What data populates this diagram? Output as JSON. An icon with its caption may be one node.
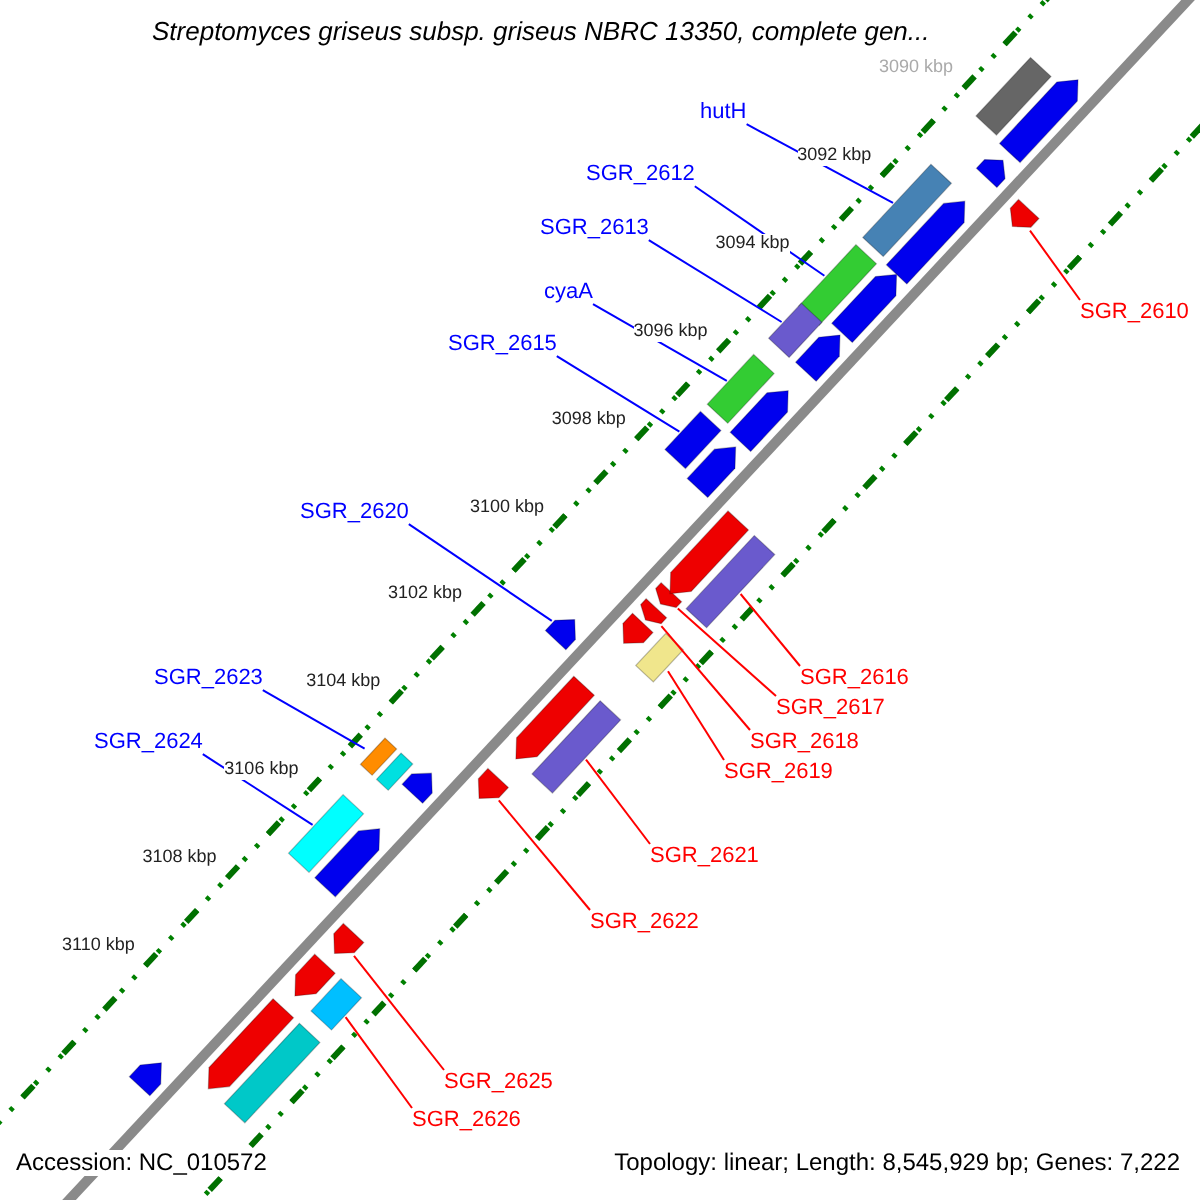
{
  "diagram": {
    "title": "Streptomyces griseus subsp. griseus NBRC 13350, complete gen...",
    "nodes": [
      {
        "text": [
          "hutH"
        ]
      },
      {
        "text": [],
        "shape": "box"
      },
      {
        "text": [
          "SGR_2612"
        ]
      },
      {
        "text": [],
        "shape": "box"
      },
      {
        "text": [
          "SGR_2613"
        ]
      },
      {
        "text": [],
        "shape": "box"
      },
      {
        "text": [
          "cyaA"
        ]
      },
      {
        "text": [],
        "shape": "box"
      },
      {
        "text": [
          "SGR_2615"
        ]
      },
      {
        "text": [],
        "shape": "box"
      },
      {
        "text": [
          "SGR_2610"
        ]
      },
      {
        "text": [],
        "shape": "pentagon"
      },
      {
        "text": [
          "SGR_2620"
        ]
      },
      {
        "text": [],
        "shape": "pentagon"
      },
      {
        "text": [
          "SGR_2616"
        ]
      },
      {
        "text": [],
        "shape": "box"
      },
      {
        "text": [
          "SGR_2617"
        ]
      },
      {
        "text": [],
        "shape": "pentagon"
      },
      {
        "text": [
          "SGR_2618"
        ]
      },
      {
        "text": [],
        "shape": "pentagon"
      },
      {
        "text": [
          "SGR_2619"
        ]
      },
      {
        "text": [],
        "shape": "box"
      },
      {
        "text": [
          "SGR_2623"
        ]
      },
      {
        "text": [],
        "shape": "box"
      },
      {
        "text": [
          "SGR_2624"
        ]
      },
      {
        "text": [],
        "shape": "box"
      },
      {
        "text": [
          "SGR_2621"
        ]
      },
      {
        "text": [],
        "shape": "box"
      },
      {
        "text": [
          "SGR_2622"
        ]
      },
      {
        "text": [],
        "shape": "pentagon"
      },
      {
        "text": [
          "SGR_2625"
        ]
      },
      {
        "text": [],
        "shape": "pentagon"
      },
      {
        "text": [
          "SGR_2626"
        ]
      },
      {
        "text": [],
        "shape": "box"
      },
      {
        "text": [],
        "shape": "pentagon"
      },
      {
        "text": [],
        "shape": "box"
      },
      {
        "text": [],
        "shape": "pentagon"
      },
      {
        "text": [],
        "shape": "pentagon"
      },
      {
        "text": [],
        "shape": "pentagon"
      },
      {
        "text": [],
        "shape": "pentagon"
      },
      {
        "text": [],
        "shape": "pentagon"
      },
      {
        "text": [],
        "shape": "pentagon"
      },
      {
        "text": [],
        "shape": "pentagon"
      },
      {
        "text": [],
        "shape": "pentagon"
      },
      {
        "text": [],
        "shape": "pentagon"
      },
      {
        "text": [],
        "shape": "pentagon"
      },
      {
        "text": [],
        "shape": "box"
      },
      {
        "text": [],
        "shape": "pentagon"
      },
      {
        "text": [],
        "shape": "pentagon"
      },
      {
        "text": [],
        "shape": "pentagon"
      },
      {
        "text": [],
        "shape": "box"
      },
      {
        "text": [],
        "shape": "pentagon"
      }
    ],
    "edges": [
      {
        "from": 0,
        "to": 1,
        "arrow": "none",
        "color": "#0000ff"
      },
      {
        "from": 2,
        "to": 3,
        "arrow": "none",
        "color": "#0000ff"
      },
      {
        "from": 4,
        "to": 5,
        "arrow": "none",
        "color": "#0000ff"
      },
      {
        "from": 6,
        "to": 7,
        "arrow": "none",
        "color": "#0000ff"
      },
      {
        "from": 8,
        "to": 9,
        "arrow": "none",
        "color": "#0000ff"
      },
      {
        "from": 10,
        "to": 11,
        "arrow": "none"
      },
      {
        "from": 12,
        "to": 13,
        "arrow": "none",
        "color": "#0000ff"
      },
      {
        "from": 14,
        "to": 15,
        "arrow": "none"
      },
      {
        "from": 16,
        "to": 17,
        "arrow": "none"
      },
      {
        "from": 18,
        "to": 19,
        "arrow": "none"
      },
      {
        "from": 20,
        "to": 21,
        "arrow": "none"
      },
      {
        "from": 22,
        "to": 23,
        "arrow": "none",
        "color": "#0000ff"
      },
      {
        "from": 24,
        "to": 25,
        "arrow": "none",
        "color": "#0000ff"
      },
      {
        "from": 26,
        "to": 27,
        "arrow": "none"
      },
      {
        "from": 28,
        "to": 29,
        "arrow": "none"
      },
      {
        "from": 30,
        "to": 31,
        "arrow": "none"
      },
      {
        "from": 32,
        "to": 33,
        "arrow": "none"
      }
    ],
    "labels": [
      "3090 kbp",
      "3092 kbp",
      "3094 kbp",
      "3096 kbp",
      "3098 kbp",
      "3100 kbp",
      "3102 kbp",
      "3104 kbp",
      "3106 kbp",
      "3108 kbp",
      "3110 kbp",
      "Accession: NC_010572",
      "Topology: linear; Length: 8,545,929 bp; Genes: 7,222"
    ]
  }
}
